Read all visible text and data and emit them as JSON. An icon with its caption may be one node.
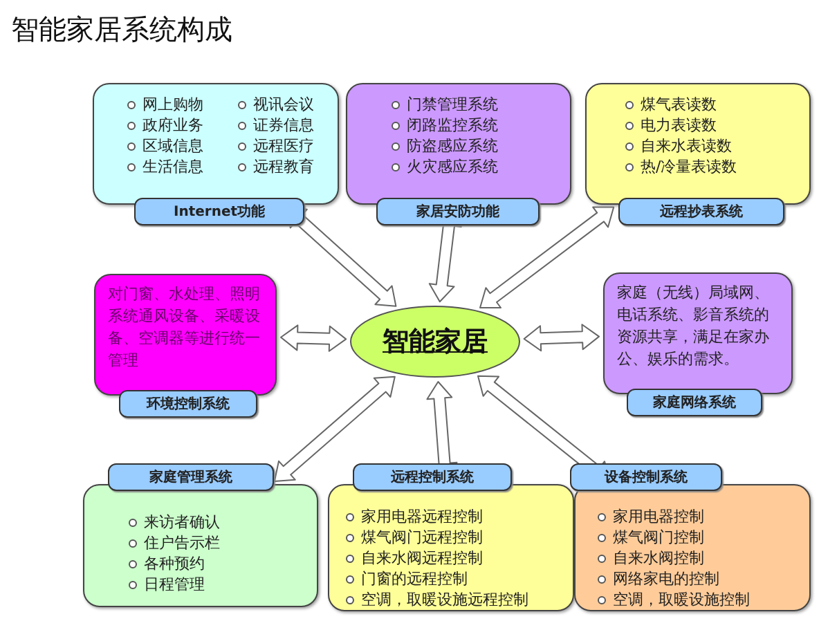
{
  "diagram": {
    "title": "智能家居系统构成",
    "nodes": [
      {
        "text": [
          "网上购物",
          "视讯会议",
          "政府业务",
          "证券信息",
          "区域信息",
          "远程医疗",
          "生活信息",
          "远程教育"
        ]
      },
      {
        "text": [
          "Internet功能"
        ]
      },
      {
        "text": [
          "门禁管理系统",
          "闭路监控系统",
          "防盗感应系统",
          "火灾感应系统"
        ]
      },
      {
        "text": [
          "家居安防功能"
        ]
      },
      {
        "text": [
          "煤气表读数",
          "电力表读数",
          "自来水表读数",
          "热/冷量表读数"
        ]
      },
      {
        "text": [
          "远程抄表系统"
        ]
      },
      {
        "text": [
          "对门窗、水处理、照明系统通风设备、采暖设备、空调器等进行统一管理"
        ]
      },
      {
        "text": [
          "环境控制系统"
        ]
      },
      {
        "text": [
          "智能家居"
        ]
      },
      {
        "text": [
          "家庭（无线）局域网、电话系统、影音系统的资源共享，满足在家办公、娱乐的需求。"
        ]
      },
      {
        "text": [
          "家庭网络系统"
        ]
      },
      {
        "text": [
          "家庭管理系统"
        ]
      },
      {
        "text": [
          "来访者确认",
          "住户告示栏",
          "各种预约",
          "日程管理"
        ]
      },
      {
        "text": [
          "远程控制系统"
        ]
      },
      {
        "text": [
          "家用电器远程控制",
          "煤气阀门远程控制",
          "自来水阀远程控制",
          "门窗的远程控制",
          "空调，取暖设施远程控制"
        ]
      },
      {
        "text": [
          "设备控制系统"
        ]
      },
      {
        "text": [
          "家用电器控制",
          "煤气阀门控制",
          "自来水阀控制",
          "网络家电的控制",
          "空调，取暖设施控制"
        ]
      }
    ],
    "edges": [
      {
        "from": 8,
        "to": 0,
        "arrow": "both"
      },
      {
        "from": 8,
        "to": 2,
        "arrow": "both"
      },
      {
        "from": 8,
        "to": 4,
        "arrow": "both"
      },
      {
        "from": 8,
        "to": 6,
        "arrow": "both"
      },
      {
        "from": 8,
        "to": 9,
        "arrow": "both"
      },
      {
        "from": 8,
        "to": 12,
        "arrow": "both"
      },
      {
        "from": 8,
        "to": 14,
        "arrow": "both"
      },
      {
        "from": 8,
        "to": 16,
        "arrow": "both"
      }
    ]
  }
}
